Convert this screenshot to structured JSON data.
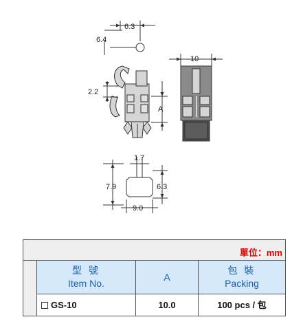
{
  "drawing": {
    "dims": {
      "top_width": "6.3",
      "top_height": "6.4",
      "side_width": "10",
      "hook_height": "2.2",
      "span_a": "A",
      "slot_width": "1.7",
      "left_height": "7.9",
      "right_height": "6.3",
      "base_width": "9.0"
    }
  },
  "table": {
    "unit_label": "單位：mm",
    "headers": {
      "item_zh": "型 號",
      "item_en": "Item No.",
      "a": "A",
      "packing_zh": "包 裝",
      "packing_en": "Packing"
    },
    "rows": [
      {
        "item": "GS-10",
        "a": "10.0",
        "packing": "100 pcs / 包"
      }
    ]
  }
}
